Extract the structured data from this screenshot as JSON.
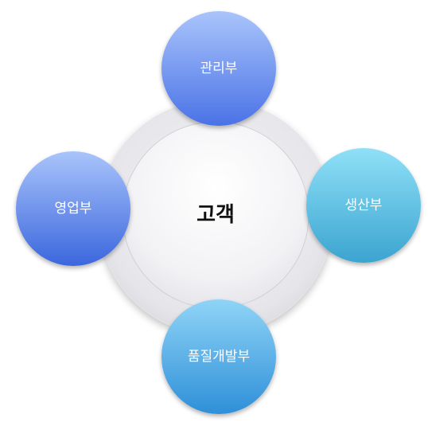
{
  "diagram": {
    "center": {
      "label": "고객"
    },
    "nodes": [
      {
        "id": "top",
        "label": "관리부",
        "color_light": "#a9c4fb",
        "color_dark": "#4a72e6"
      },
      {
        "id": "left",
        "label": "영업부",
        "color_light": "#a9c4fb",
        "color_dark": "#3b66dd"
      },
      {
        "id": "right",
        "label": "생산부",
        "color_light": "#8fe0f7",
        "color_dark": "#3ba4d0"
      },
      {
        "id": "bottom",
        "label": "품질개발부",
        "color_light": "#8fd4f7",
        "color_dark": "#2f8fd8"
      }
    ]
  }
}
